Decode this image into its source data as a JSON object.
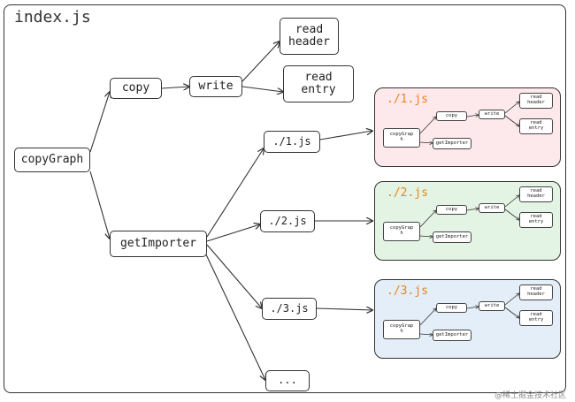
{
  "title": "index.js",
  "nodes": {
    "copyGraph": "copyGraph",
    "copy": "copy",
    "write": "write",
    "read_header": "read\nheader",
    "read_entry": "read\nentry",
    "getImporter": "getImporter",
    "file1": "./1.js",
    "file2": "./2.js",
    "file3": "./3.js",
    "more": "..."
  },
  "panels": [
    {
      "title": "./1.js",
      "fill": "#fde8ec"
    },
    {
      "title": "./2.js",
      "fill": "#e4f4e4"
    },
    {
      "title": "./3.js",
      "fill": "#e3eef8"
    }
  ],
  "mini": {
    "copyGraph": "copyGrap\nh",
    "copy": "copy",
    "write": "write",
    "read_header": "read\nheader",
    "read_entry": "read\nentry",
    "getImporter": "getImporter"
  },
  "watermark": "@稀土掘金技术社区"
}
